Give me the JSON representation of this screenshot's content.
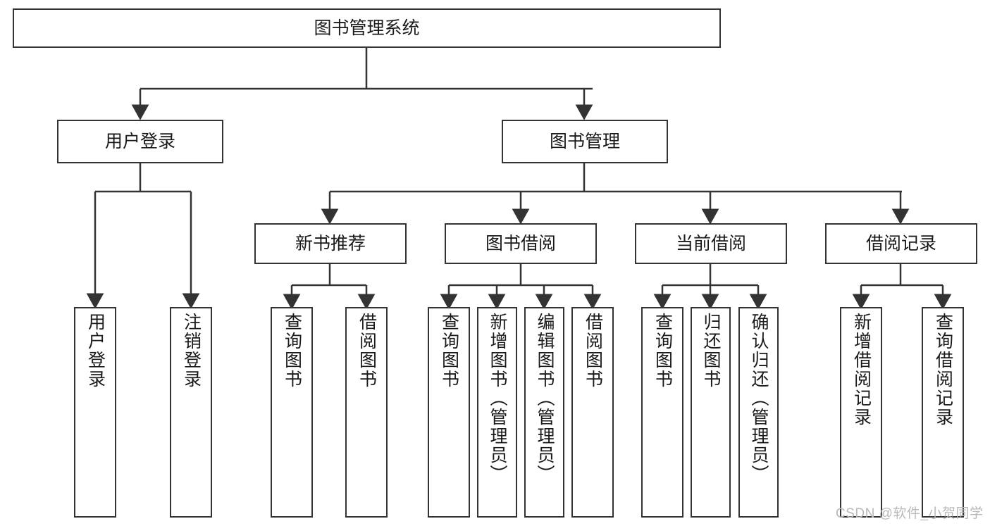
{
  "diagram": {
    "type": "tree-hierarchy-diagram",
    "title": "图书管理系统",
    "colors": {
      "background": "#ffffff",
      "box_border": "#333333",
      "box_fill": "#ffffff",
      "text": "#1a1a1a",
      "connector": "#333333",
      "watermark": "#b9b9b9"
    },
    "levels": [
      {
        "level": 1,
        "nodes": [
          {
            "id": "root",
            "label": "图书管理系统",
            "orientation": "horizontal"
          }
        ]
      },
      {
        "level": 2,
        "nodes": [
          {
            "id": "user-login",
            "label": "用户登录",
            "orientation": "horizontal"
          },
          {
            "id": "book-management",
            "label": "图书管理",
            "orientation": "horizontal"
          }
        ]
      },
      {
        "level": 3,
        "nodes": [
          {
            "id": "new-book-recommend",
            "label": "新书推荐",
            "orientation": "horizontal"
          },
          {
            "id": "book-borrow",
            "label": "图书借阅",
            "orientation": "horizontal"
          },
          {
            "id": "current-borrow",
            "label": "当前借阅",
            "orientation": "horizontal"
          },
          {
            "id": "borrow-record",
            "label": "借阅记录",
            "orientation": "horizontal"
          }
        ]
      },
      {
        "level": 4,
        "nodes": [
          {
            "id": "leaf-user-login",
            "label": "用户登录",
            "orientation": "vertical",
            "parent": "user-login"
          },
          {
            "id": "leaf-logout",
            "label": "注销登录",
            "orientation": "vertical",
            "parent": "user-login"
          },
          {
            "id": "leaf-query-book-1",
            "label": "查询图书",
            "orientation": "vertical",
            "parent": "new-book-recommend"
          },
          {
            "id": "leaf-borrow-book-1",
            "label": "借阅图书",
            "orientation": "vertical",
            "parent": "new-book-recommend"
          },
          {
            "id": "leaf-query-book-2",
            "label": "查询图书",
            "orientation": "vertical",
            "parent": "book-borrow"
          },
          {
            "id": "leaf-add-book",
            "label": "新增图书（管理员）",
            "orientation": "vertical",
            "parent": "book-borrow"
          },
          {
            "id": "leaf-edit-book",
            "label": "编辑图书（管理员）",
            "orientation": "vertical",
            "parent": "book-borrow"
          },
          {
            "id": "leaf-borrow-book-2",
            "label": "借阅图书",
            "orientation": "vertical",
            "parent": "book-borrow"
          },
          {
            "id": "leaf-query-book-3",
            "label": "查询图书",
            "orientation": "vertical",
            "parent": "current-borrow"
          },
          {
            "id": "leaf-return-book",
            "label": "归还图书",
            "orientation": "vertical",
            "parent": "current-borrow"
          },
          {
            "id": "leaf-confirm-return",
            "label": "确认归还（管理员）",
            "orientation": "vertical",
            "parent": "current-borrow"
          },
          {
            "id": "leaf-add-record",
            "label": "新增借阅记录",
            "orientation": "vertical",
            "parent": "borrow-record"
          },
          {
            "id": "leaf-query-record",
            "label": "查询借阅记录",
            "orientation": "vertical",
            "parent": "borrow-record"
          }
        ]
      }
    ]
  },
  "watermark": {
    "text": "CSDN @软件_小贺同学"
  }
}
